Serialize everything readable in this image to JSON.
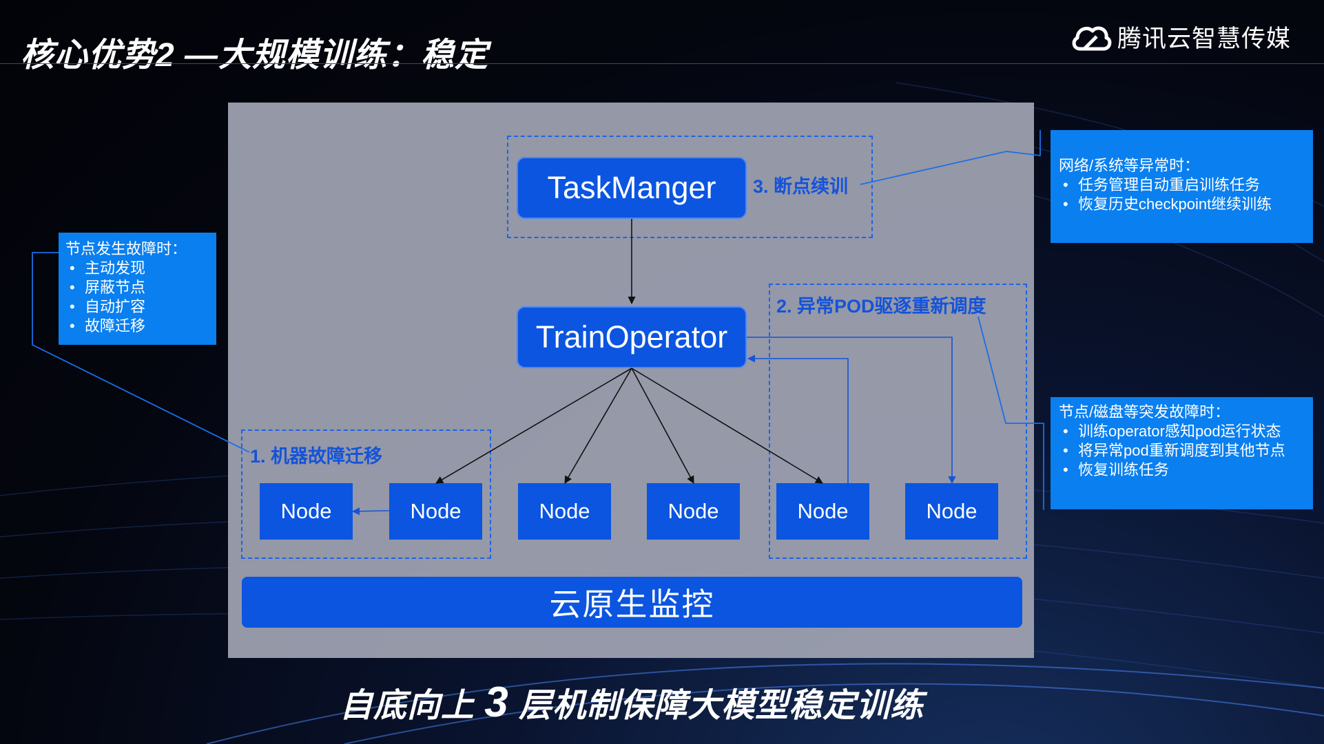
{
  "slide": {
    "title": "核心优势2 —大规模训练：稳定",
    "brand": "腾讯云智慧传媒",
    "caption_prefix": "自底向上 ",
    "caption_number": "3",
    "caption_suffix": " 层机制保障大模型稳定训练"
  },
  "diagram": {
    "task_manager": "TaskManger",
    "train_operator": "TrainOperator",
    "monitor": "云原生监控",
    "nodes": [
      "Node",
      "Node",
      "Node",
      "Node",
      "Node",
      "Node"
    ],
    "labels": {
      "machine_migration": "1. 机器故障迁移",
      "pod_reschedule": "2. 异常POD驱逐重新调度",
      "resume_training": "3. 断点续训"
    }
  },
  "callouts": {
    "left": {
      "heading": "节点发生故障时：",
      "items": [
        "主动发现",
        "屏蔽节点",
        "自动扩容",
        "故障迁移"
      ]
    },
    "top_right": {
      "heading": "网络/系统等异常时：",
      "items": [
        "任务管理自动重启训练任务",
        "恢复历史checkpoint继续训练"
      ]
    },
    "bottom_right": {
      "heading": "节点/磁盘等突发故障时：",
      "items": [
        "训练operator感知pod运行状态",
        "将异常pod重新调度到其他节点",
        "恢复训练任务"
      ]
    }
  },
  "colors": {
    "box_blue": "#0b55e0",
    "callout_blue": "#0a7fef",
    "panel_gray": "#9ea2b0",
    "dashed_blue": "#1a64e8"
  }
}
